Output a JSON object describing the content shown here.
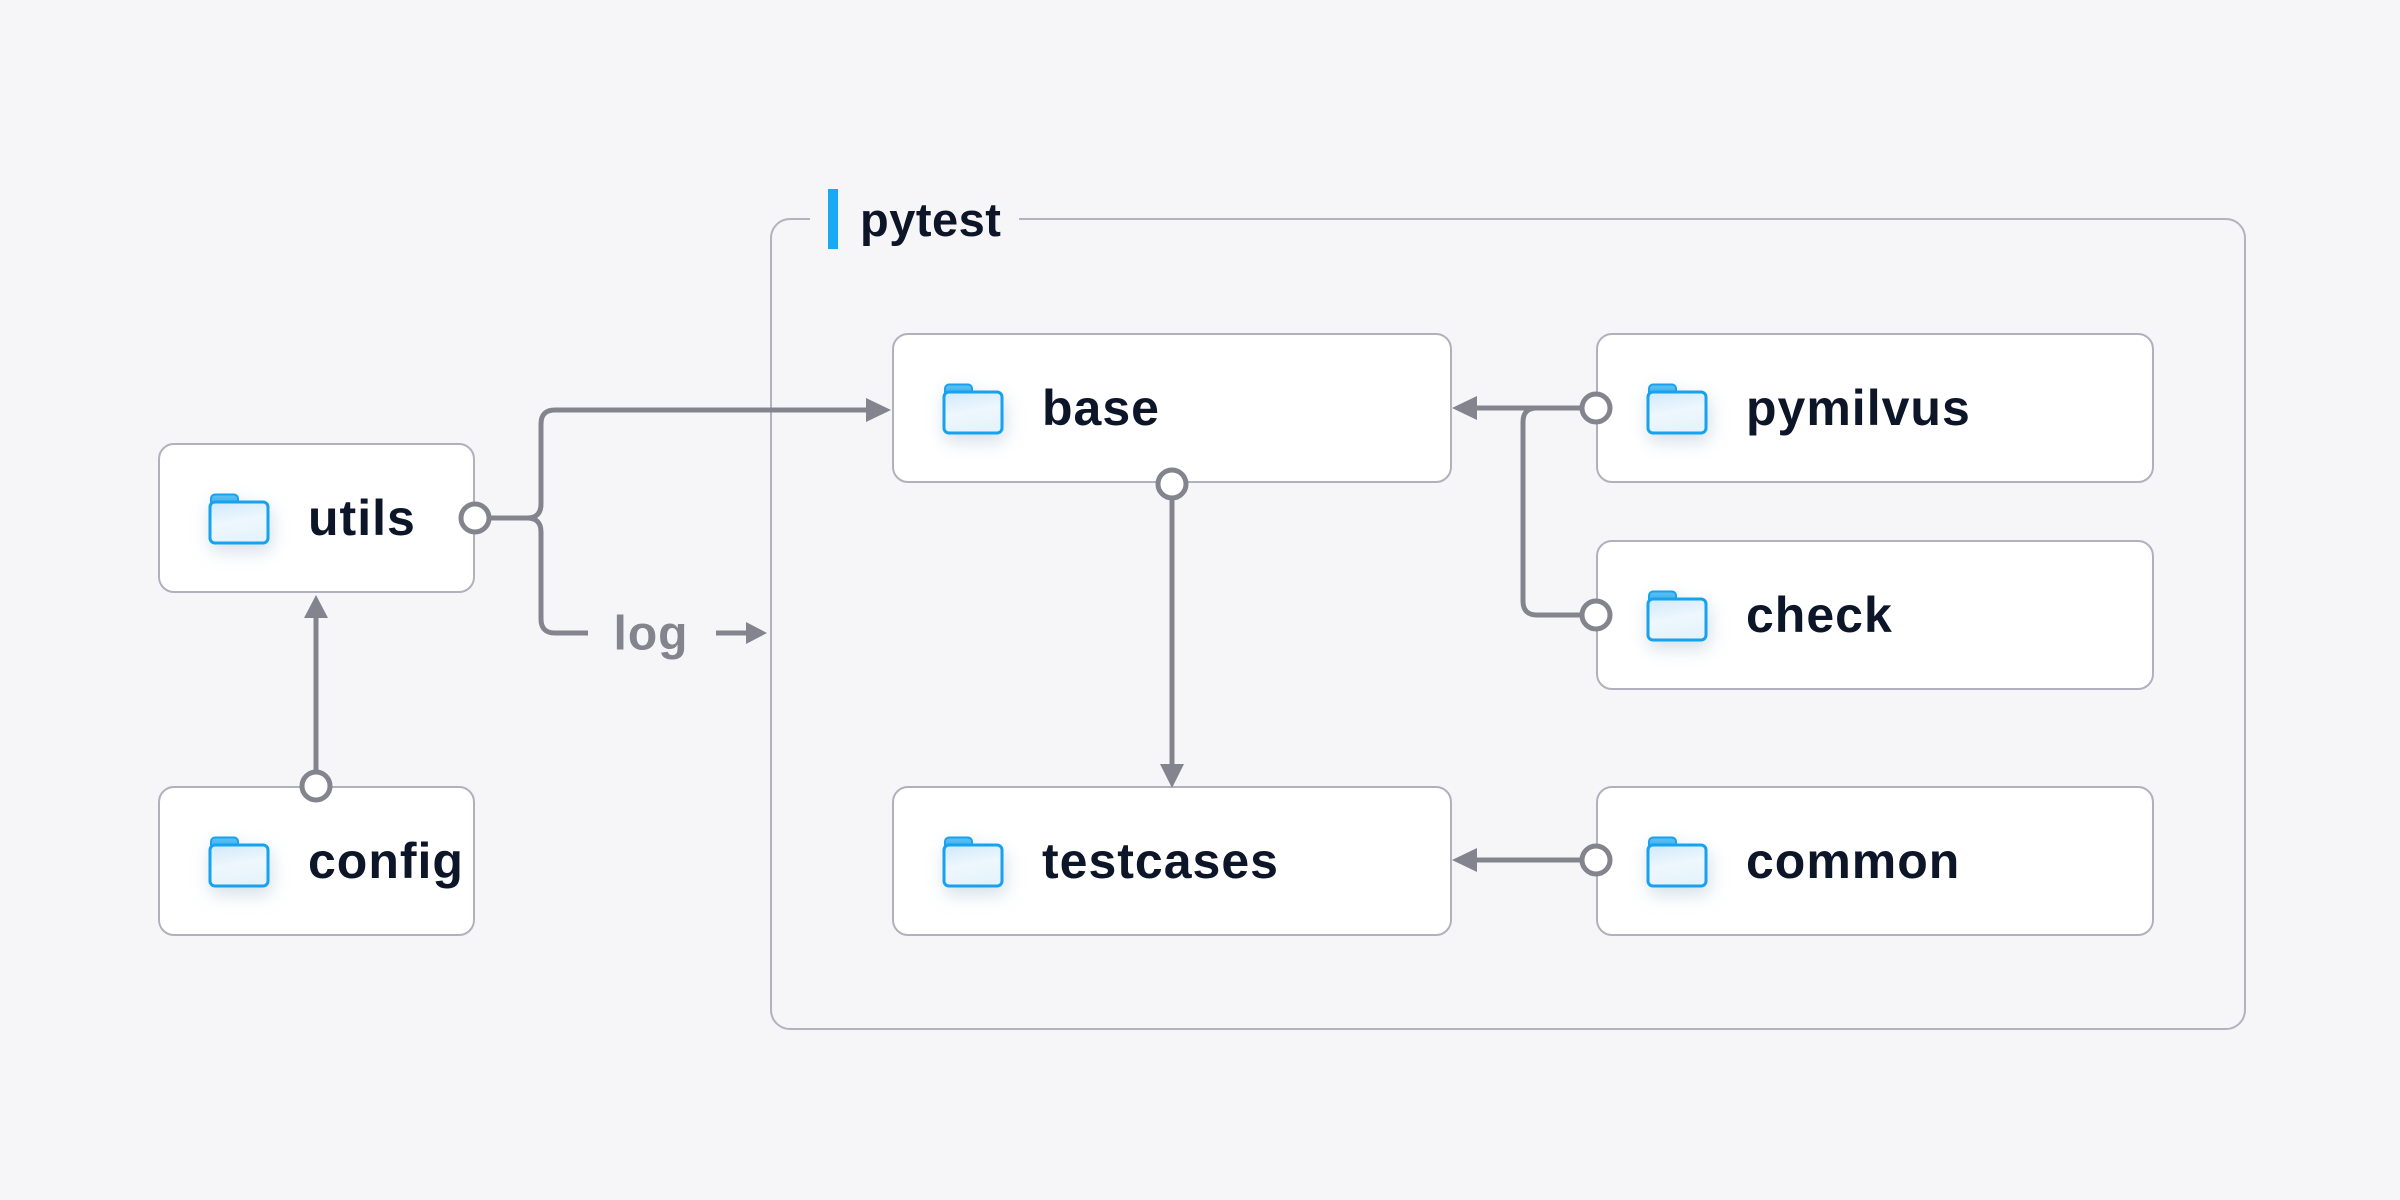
{
  "diagram": {
    "container": {
      "label": "pytest"
    },
    "nodes": {
      "utils": {
        "label": "utils",
        "icon": "folder-icon"
      },
      "config": {
        "label": "config",
        "icon": "folder-icon"
      },
      "base": {
        "label": "base",
        "icon": "folder-icon"
      },
      "testcases": {
        "label": "testcases",
        "icon": "folder-icon"
      },
      "pymilvus": {
        "label": "pymilvus",
        "icon": "folder-icon"
      },
      "check": {
        "label": "check",
        "icon": "folder-icon"
      },
      "common": {
        "label": "common",
        "icon": "folder-icon"
      }
    },
    "edges": [
      {
        "from": "config",
        "to": "utils",
        "type": "arrow"
      },
      {
        "from": "utils",
        "to": "base",
        "type": "arrow"
      },
      {
        "from": "utils",
        "to": "pytest",
        "type": "arrow",
        "label": "log"
      },
      {
        "from": "base",
        "to": "testcases",
        "type": "arrow"
      },
      {
        "from": "pymilvus",
        "to": "base",
        "type": "arrow"
      },
      {
        "from": "check",
        "to": "base",
        "type": "arrow"
      },
      {
        "from": "common",
        "to": "testcases",
        "type": "arrow"
      }
    ],
    "colors": {
      "background": "#f6f6f8",
      "node_fill": "#ffffff",
      "node_border": "#b1b1bd",
      "node_text": "#0d1528",
      "connector": "#84848e",
      "accent_blue": "#18aaf2",
      "folder_outline": "#16a2ee"
    }
  }
}
